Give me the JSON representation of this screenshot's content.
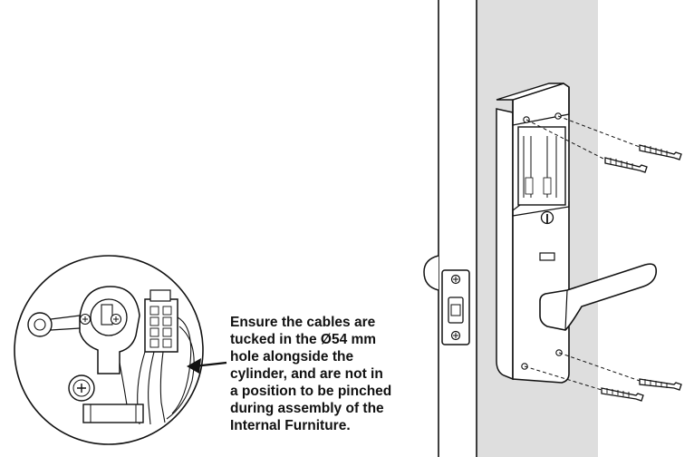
{
  "caption": {
    "lines": [
      "Ensure the cables are",
      "tucked in the Ø54 mm",
      "hole alongside the",
      "cylinder, and are not in",
      "a position to be pinched",
      "during assembly of the",
      "Internal Furniture."
    ]
  },
  "colors": {
    "line": "#111111",
    "door_edge_fill": "#dedede",
    "background": "#ffffff"
  }
}
